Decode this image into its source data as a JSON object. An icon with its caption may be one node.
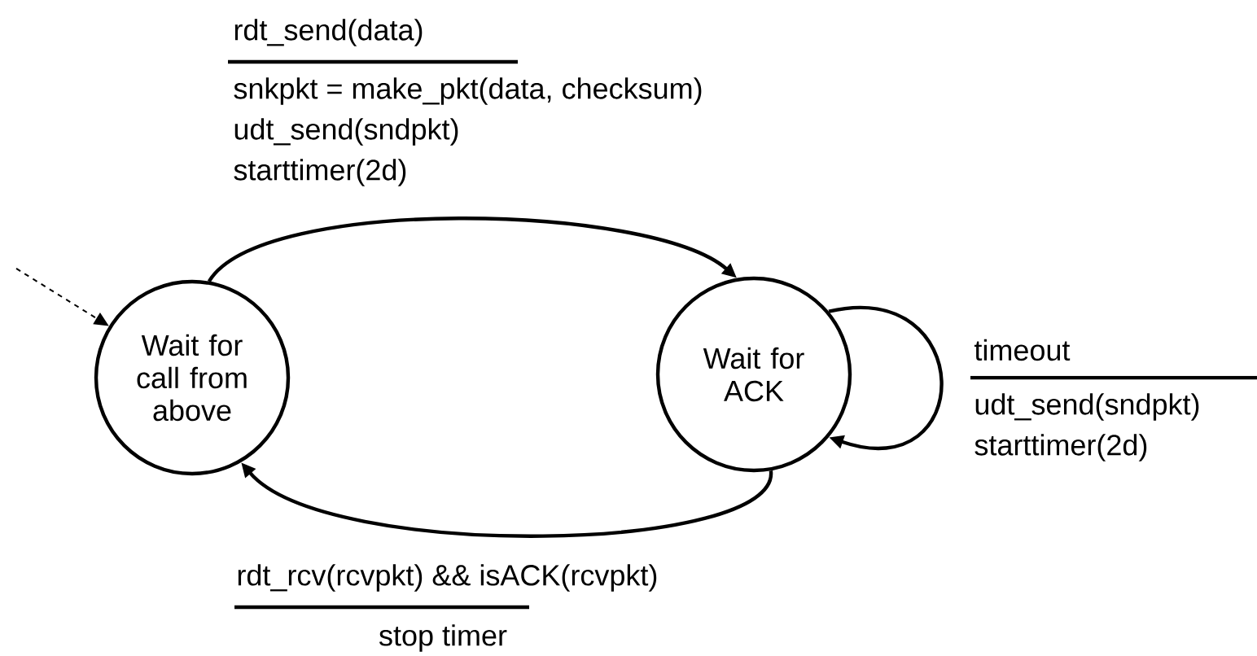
{
  "diagram": {
    "nodes": [
      {
        "text": [
          "Wait for call from above"
        ]
      },
      {
        "text": [
          "Wait for ACK"
        ]
      }
    ],
    "edges": [
      {
        "from": null,
        "to": 0,
        "arrow": "to",
        "style": "dashed"
      },
      {
        "from": 0,
        "to": 1,
        "arrow": "to"
      },
      {
        "from": 1,
        "to": 1,
        "arrow": "to",
        "label": "timeout"
      },
      {
        "from": 1,
        "to": 0,
        "arrow": "to",
        "label": "rdt_rcv(rcvpkt) && isACK(rcvpkt)"
      }
    ],
    "labels": [
      "rdt_send(data)",
      "snkpkt = make_pkt(data, checksum)",
      "udt_send(sndpkt)",
      "starttimer(2d)",
      "udt_send(sndpkt)",
      "starttimer(2d)",
      "stop timer"
    ]
  }
}
